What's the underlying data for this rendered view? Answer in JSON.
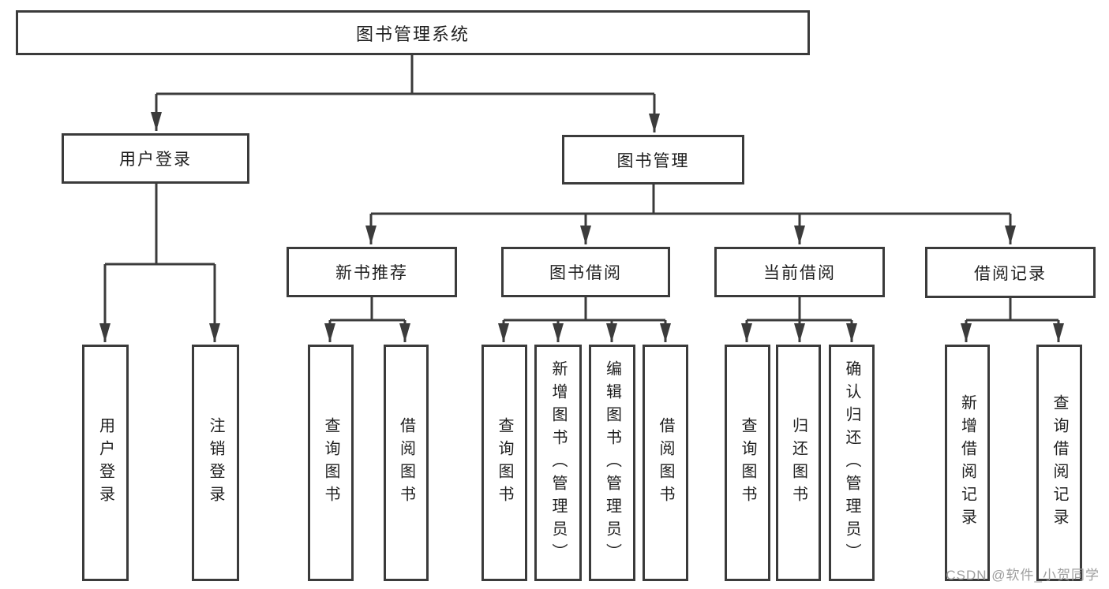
{
  "diagram": {
    "root": {
      "label": "图书管理系统"
    },
    "branches": [
      {
        "label": "用户登录",
        "children": [
          {
            "label": "用户登录"
          },
          {
            "label": "注销登录"
          }
        ]
      },
      {
        "label": "图书管理",
        "groups": [
          {
            "label": "新书推荐",
            "children": [
              {
                "label": "查询图书"
              },
              {
                "label": "借阅图书"
              }
            ]
          },
          {
            "label": "图书借阅",
            "children": [
              {
                "label": "查询图书"
              },
              {
                "label": "新增图书（管理员）"
              },
              {
                "label": "编辑图书（管理员）"
              },
              {
                "label": "借阅图书"
              }
            ]
          },
          {
            "label": "当前借阅",
            "children": [
              {
                "label": "查询图书"
              },
              {
                "label": "归还图书"
              },
              {
                "label": "确认归还（管理员）"
              }
            ]
          },
          {
            "label": "借阅记录",
            "children": [
              {
                "label": "新增借阅记录"
              },
              {
                "label": "查询借阅记录"
              }
            ]
          }
        ]
      }
    ]
  },
  "watermark": "CSDN @软件_小贺同学",
  "colors": {
    "line": "#3b3b3b",
    "text": "#1f1f1f",
    "watermark": "#9e9e9e",
    "background": "#ffffff"
  }
}
